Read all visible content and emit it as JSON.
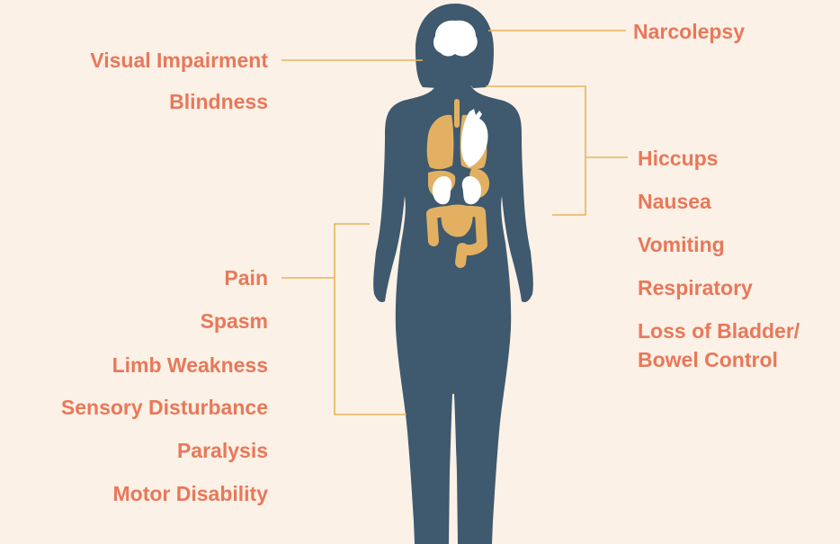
{
  "colors": {
    "background": "#FBF1E6",
    "label": "#E8785A",
    "connector": "#E9B45A",
    "silhouette": "#3F596E",
    "organs_orange": "#E3B062",
    "organs_white": "#FFFFFF"
  },
  "labels": {
    "narcolepsy": "Narcolepsy",
    "visual_impairment": "Visual Impairment",
    "blindness": "Blindness",
    "hiccups": "Hiccups",
    "nausea": "Nausea",
    "vomiting": "Vomiting",
    "respiratory": "Respiratory",
    "loss_of_bladder": "Loss of Bladder/",
    "bowel_control": "Bowel Control",
    "pain": "Pain",
    "spasm": "Spasm",
    "limb_weakness": "Limb Weakness",
    "sensory_disturbance": "Sensory Disturbance",
    "paralysis": "Paralysis",
    "motor_disability": "Motor Disability"
  }
}
